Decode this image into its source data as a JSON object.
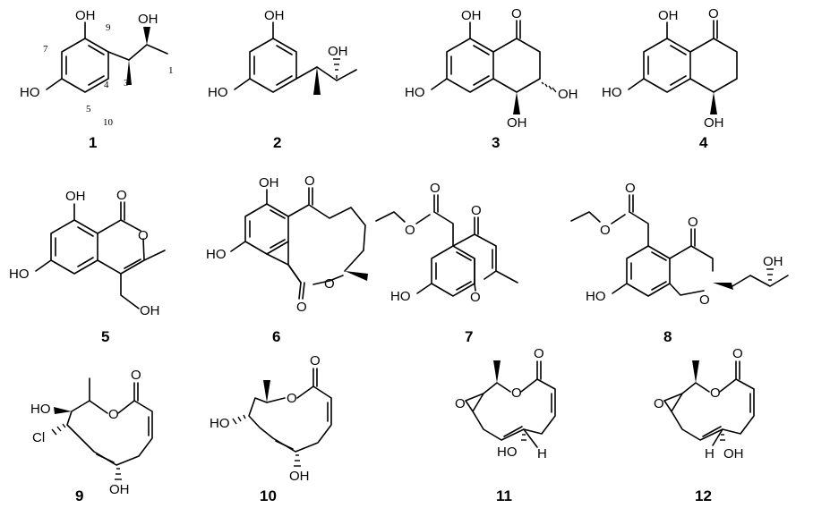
{
  "compounds": [
    {
      "id": "1",
      "label": "1",
      "atoms": {
        "OH_top": "OH",
        "OH_left": "HO",
        "OH_side": "OH"
      },
      "numbering": [
        "9",
        "7",
        "4",
        "5",
        "3",
        "1",
        "10"
      ]
    },
    {
      "id": "2",
      "label": "2",
      "atoms": {
        "OH_top": "OH",
        "OH_left": "HO",
        "OH_side": "OH"
      }
    },
    {
      "id": "3",
      "label": "3",
      "atoms": {
        "OH_top": "OH",
        "O_ketone": "O",
        "OH_left": "HO",
        "OH_right": "OH",
        "OH_bottom": "OH"
      }
    },
    {
      "id": "4",
      "label": "4",
      "atoms": {
        "OH_top": "OH",
        "O_ketone": "O",
        "OH_left": "HO",
        "OH_bottom": "OH"
      }
    },
    {
      "id": "5",
      "label": "5",
      "atoms": {
        "OH_top": "OH",
        "O_carbonyl": "O",
        "O_ring": "O",
        "OH_left": "HO",
        "OH_bottom": "OH"
      }
    },
    {
      "id": "6",
      "label": "6",
      "atoms": {
        "OH_top": "OH",
        "O_ketone": "O",
        "OH_left": "HO",
        "O_carbonyl": "O",
        "O_ring": "O"
      }
    },
    {
      "id": "7",
      "label": "7",
      "atoms": {
        "O_ester_carbonyl": "O",
        "O_ester": "O",
        "O_ketone": "O",
        "OH_left": "HO",
        "O_ring": "O"
      }
    },
    {
      "id": "8",
      "label": "8",
      "atoms": {
        "O_ester_carbonyl": "O",
        "O_ester": "O",
        "O_ketone": "O",
        "OH_left": "HO",
        "O_ring": "O",
        "OH_side": "OH"
      }
    },
    {
      "id": "9",
      "label": "9",
      "atoms": {
        "O_carbonyl": "O",
        "OH_top": "HO",
        "O_ring": "O",
        "Cl": "Cl",
        "OH_bottom": "OH"
      }
    },
    {
      "id": "10",
      "label": "10",
      "atoms": {
        "O_carbonyl": "O",
        "O_ring": "O",
        "OH_left": "HO",
        "OH_bottom": "OH"
      }
    },
    {
      "id": "11",
      "label": "11",
      "atoms": {
        "O_carbonyl": "O",
        "O_epoxide": "O",
        "O_ring": "O",
        "OH_bottom": "HO",
        "H": "H"
      }
    },
    {
      "id": "12",
      "label": "12",
      "atoms": {
        "O_carbonyl": "O",
        "O_epoxide": "O",
        "O_ring": "O",
        "H": "H",
        "OH_bottom": "OH"
      }
    }
  ]
}
